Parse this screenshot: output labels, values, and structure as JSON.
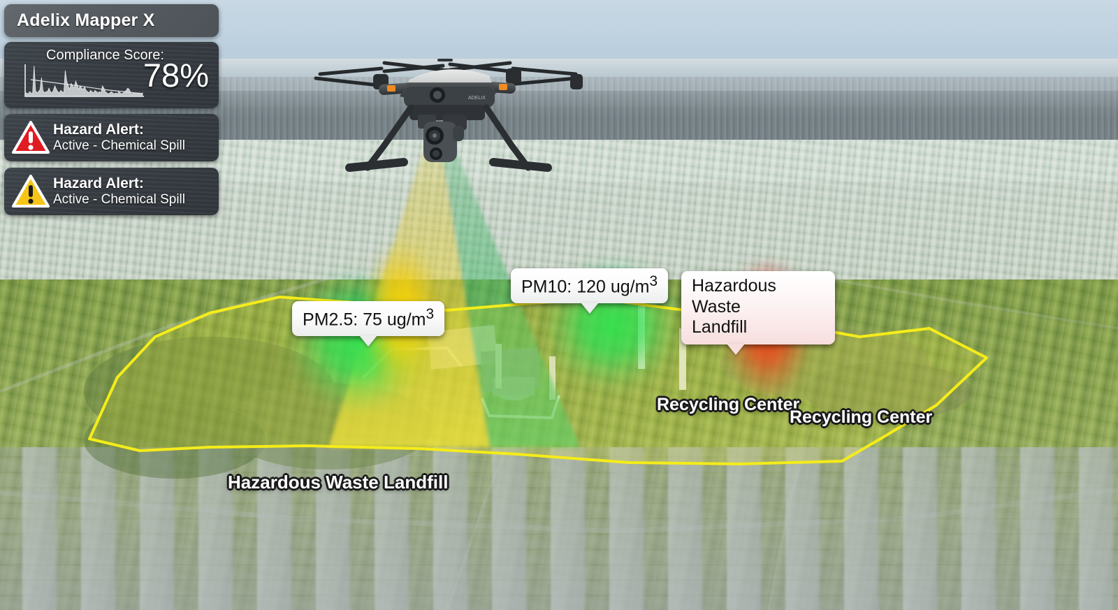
{
  "app": {
    "title": "Adelix Mapper X"
  },
  "compliance": {
    "label": "Compliance Score:",
    "value": "78%",
    "sparkline": [
      2,
      3,
      2,
      4,
      3,
      2,
      26,
      5,
      3,
      4,
      6,
      16,
      5,
      3,
      4,
      4,
      7,
      4,
      3,
      5,
      9,
      6,
      4,
      3,
      5,
      4,
      3,
      22,
      13,
      9,
      6,
      11,
      9,
      7,
      13,
      10,
      6,
      9,
      7,
      6,
      8,
      5,
      4,
      3,
      5,
      4,
      3,
      5,
      4,
      3,
      4,
      3,
      9,
      7,
      4,
      3,
      2,
      3,
      4,
      3,
      2,
      3,
      2,
      4,
      3,
      2,
      3,
      4,
      5,
      7,
      6,
      3,
      2,
      3,
      2,
      3,
      2,
      3,
      2,
      3
    ]
  },
  "alerts": [
    {
      "title": "Hazard Alert:",
      "status": "Active - Chemical Spill",
      "severity": "critical",
      "icon": "warning-triangle-icon",
      "color": "#e01b22"
    },
    {
      "title": "Hazard Alert:",
      "status": "Active - Chemical Spill",
      "severity": "warning",
      "icon": "warning-triangle-icon",
      "color": "#f6c517"
    }
  ],
  "callouts": [
    {
      "text": "PM2.5: 75 ug/m",
      "sup": "3",
      "tint": "white"
    },
    {
      "text": "PM10: 120 ug/m",
      "sup": "3",
      "tint": "white"
    }
  ],
  "hazard_callout": {
    "line1": "Hazardous Waste",
    "line2": "Landfill",
    "tint": "pink"
  },
  "map_labels": [
    {
      "text": "Recycling Center",
      "size": 25
    },
    {
      "text": "Recycling Center",
      "size": 25
    },
    {
      "text": "Hazardous Waste Landfill",
      "size": 26
    }
  ],
  "survey_zone": {
    "outline_color": "#f5ec1a",
    "fill_color": "rgba(225,225,40,0.22)"
  },
  "plumes": [
    {
      "name": "pm25-green-plume",
      "color": "#00e45a"
    },
    {
      "name": "dust-yellow-plume",
      "color": "#fcd600"
    },
    {
      "name": "pm10-green-plume",
      "color": "#00e658"
    },
    {
      "name": "chemical-red-plume",
      "color": "#f51c12"
    }
  ],
  "sensor_beam": {
    "left_color": "#e8d23a",
    "right_color": "#3fbf6a"
  },
  "drone": {
    "name": "survey-drone"
  }
}
